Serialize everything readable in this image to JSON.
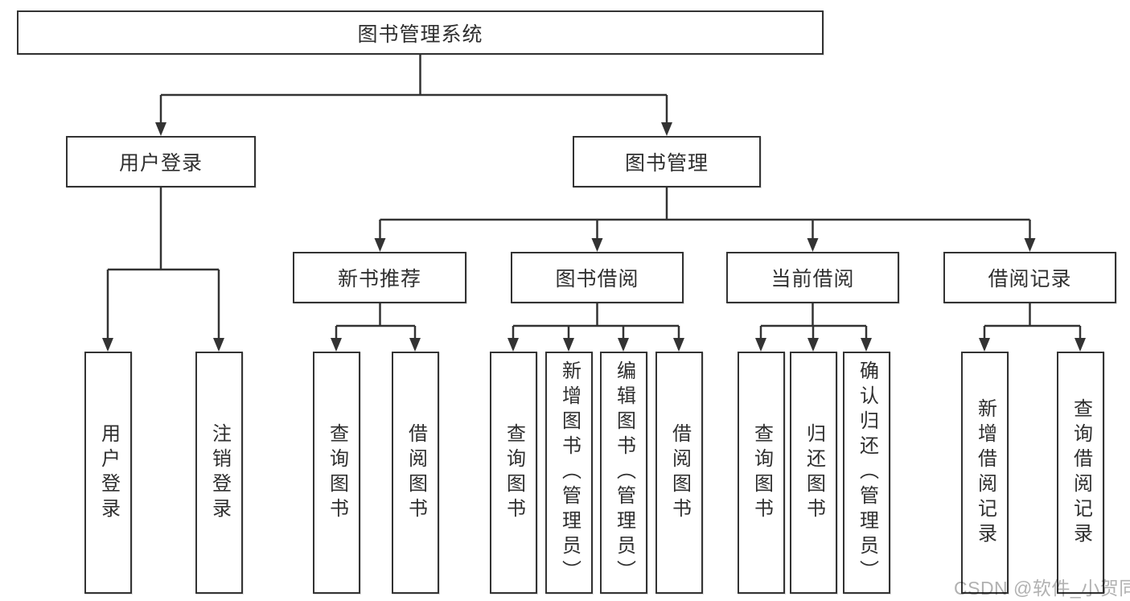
{
  "tree": {
    "root": {
      "label": "图书管理系统"
    },
    "branches": [
      {
        "label": "用户登录",
        "children": [
          {
            "label": "用户登录"
          },
          {
            "label": "注销登录"
          }
        ]
      },
      {
        "label": "图书管理",
        "children": [
          {
            "label": "新书推荐",
            "children": [
              {
                "label": "查询图书"
              },
              {
                "label": "借阅图书"
              }
            ]
          },
          {
            "label": "图书借阅",
            "children": [
              {
                "label": "查询图书"
              },
              {
                "label": "新增图书（管理员）"
              },
              {
                "label": "编辑图书（管理员）"
              },
              {
                "label": "借阅图书"
              }
            ]
          },
          {
            "label": "当前借阅",
            "children": [
              {
                "label": "查询图书"
              },
              {
                "label": "归还图书"
              },
              {
                "label": "确认归还（管理员）"
              }
            ]
          },
          {
            "label": "借阅记录",
            "children": [
              {
                "label": "新增借阅记录"
              },
              {
                "label": "查询借阅记录"
              }
            ]
          }
        ]
      }
    ]
  },
  "watermark": {
    "text": "CSDN @软件_小贺同学",
    "color": "#adadad"
  },
  "colors": {
    "line": "#333333",
    "box_border": "#333333",
    "text": "#2f2f2f",
    "background": "#ffffff"
  }
}
